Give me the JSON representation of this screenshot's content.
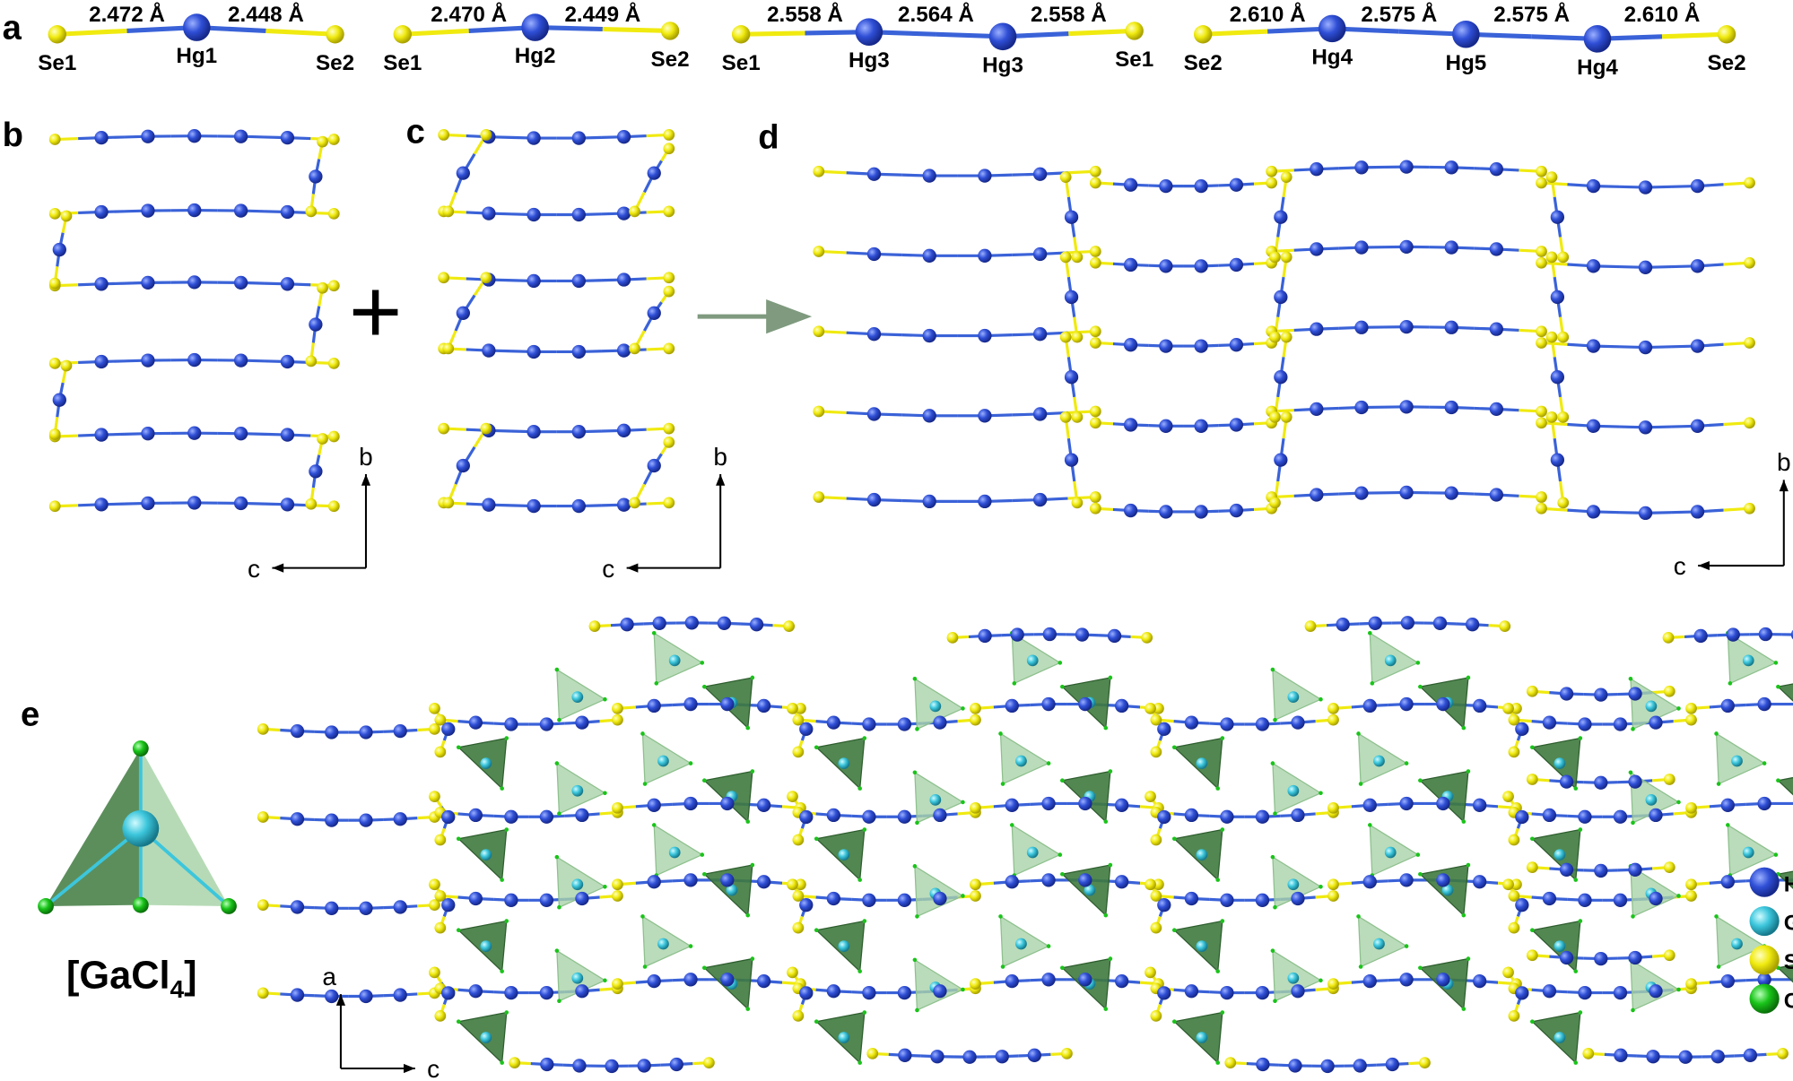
{
  "panels": {
    "a": "a",
    "b": "b",
    "c": "c",
    "d": "d",
    "e": "e"
  },
  "colors": {
    "Hg": "#2f4fd6",
    "Ga": "#3cc6dc",
    "Se": "#f0ea10",
    "Cl": "#19c419",
    "bond": "#3a62d8",
    "tet_light": "#a9d3a9",
    "tet_dark": "#3f7a3f",
    "arrow": "#7f9a7f"
  },
  "panel_a": {
    "chains": [
      {
        "atoms": [
          "Se1",
          "Hg1",
          "Se2"
        ],
        "distances": [
          "2.472 Å",
          "2.448 Å"
        ]
      },
      {
        "atoms": [
          "Se1",
          "Hg2",
          "Se2"
        ],
        "distances": [
          "2.470 Å",
          "2.449 Å"
        ]
      },
      {
        "atoms": [
          "Se1",
          "Hg3",
          "Hg3",
          "Se1"
        ],
        "distances": [
          "2.558 Å",
          "2.564 Å",
          "2.558 Å"
        ]
      },
      {
        "atoms": [
          "Se2",
          "Hg4",
          "Hg5",
          "Hg4",
          "Se2"
        ],
        "distances": [
          "2.610 Å",
          "2.575 Å",
          "2.575 Å",
          "2.610 Å"
        ]
      }
    ]
  },
  "axes": {
    "b": {
      "up": "b",
      "left": "c"
    },
    "c": {
      "up": "b",
      "left": "c"
    },
    "d": {
      "up": "b",
      "left": "c"
    },
    "e": {
      "up": "a",
      "right": "c"
    }
  },
  "operators": {
    "plus": "+"
  },
  "unit": {
    "formula_main": "[GaCl",
    "formula_sub": "4",
    "formula_end": "]"
  },
  "legend": [
    {
      "label": "Hg",
      "color": "#2f4fd6"
    },
    {
      "label": "Ga",
      "color": "#3cc6dc"
    },
    {
      "label": "Se",
      "color": "#f0ea10"
    },
    {
      "label": "Cl",
      "color": "#19c419"
    }
  ]
}
